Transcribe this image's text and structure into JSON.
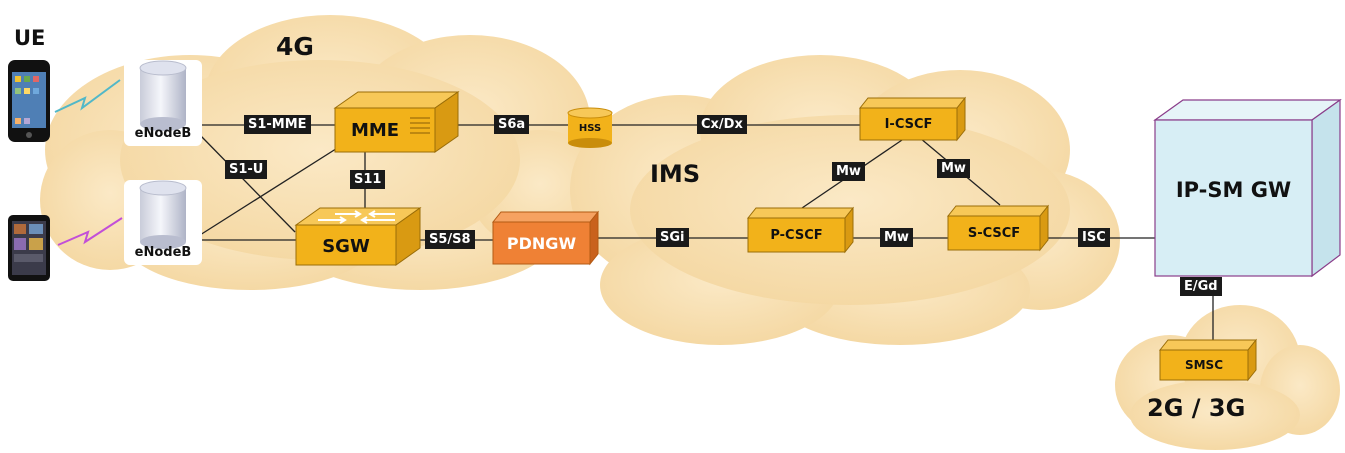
{
  "ue": {
    "label": "UE"
  },
  "clouds": {
    "lte": {
      "title": "4G"
    },
    "ims": {
      "title": "IMS"
    },
    "legacy": {
      "title": "2G / 3G"
    }
  },
  "nodes": {
    "enodeb_top": "eNodeB",
    "enodeb_bottom": "eNodeB",
    "mme": "MME",
    "sgw": "SGW",
    "pdngw": "PDNGW",
    "hss": "HSS",
    "icscf": "I-CSCF",
    "pcscf": "P-CSCF",
    "scscf": "S-CSCF",
    "ipsmgw": "IP-SM GW",
    "smsc": "SMSC"
  },
  "interfaces": {
    "s1_mme": "S1-MME",
    "s1_u": "S1-U",
    "s11": "S11",
    "s6a": "S6a",
    "s5_s8": "S5/S8",
    "cx_dx": "Cx/Dx",
    "mw_left": "Mw",
    "mw_right": "Mw",
    "mw_bottom": "Mw",
    "sgi": "SGi",
    "isc": "ISC",
    "e_gd": "E/Gd"
  },
  "colors": {
    "cloud": "#f7dcaa",
    "node_fill": "#f2b21a",
    "node_dark": "#c98d0b",
    "pdngw_fill": "#ef8135",
    "ipsmgw_fill": "#d7eef5",
    "ipsmgw_edge": "#8a3d8a",
    "label_bg": "#1a1a1a",
    "radio_phone": "#52b8c8",
    "radio_tablet": "#c24fd8"
  },
  "icons": {
    "phone": "smartphone-icon",
    "tablet": "tablet-icon",
    "enodeb": "cylinder-antenna-icon",
    "radio": "lightning-link-icon"
  }
}
